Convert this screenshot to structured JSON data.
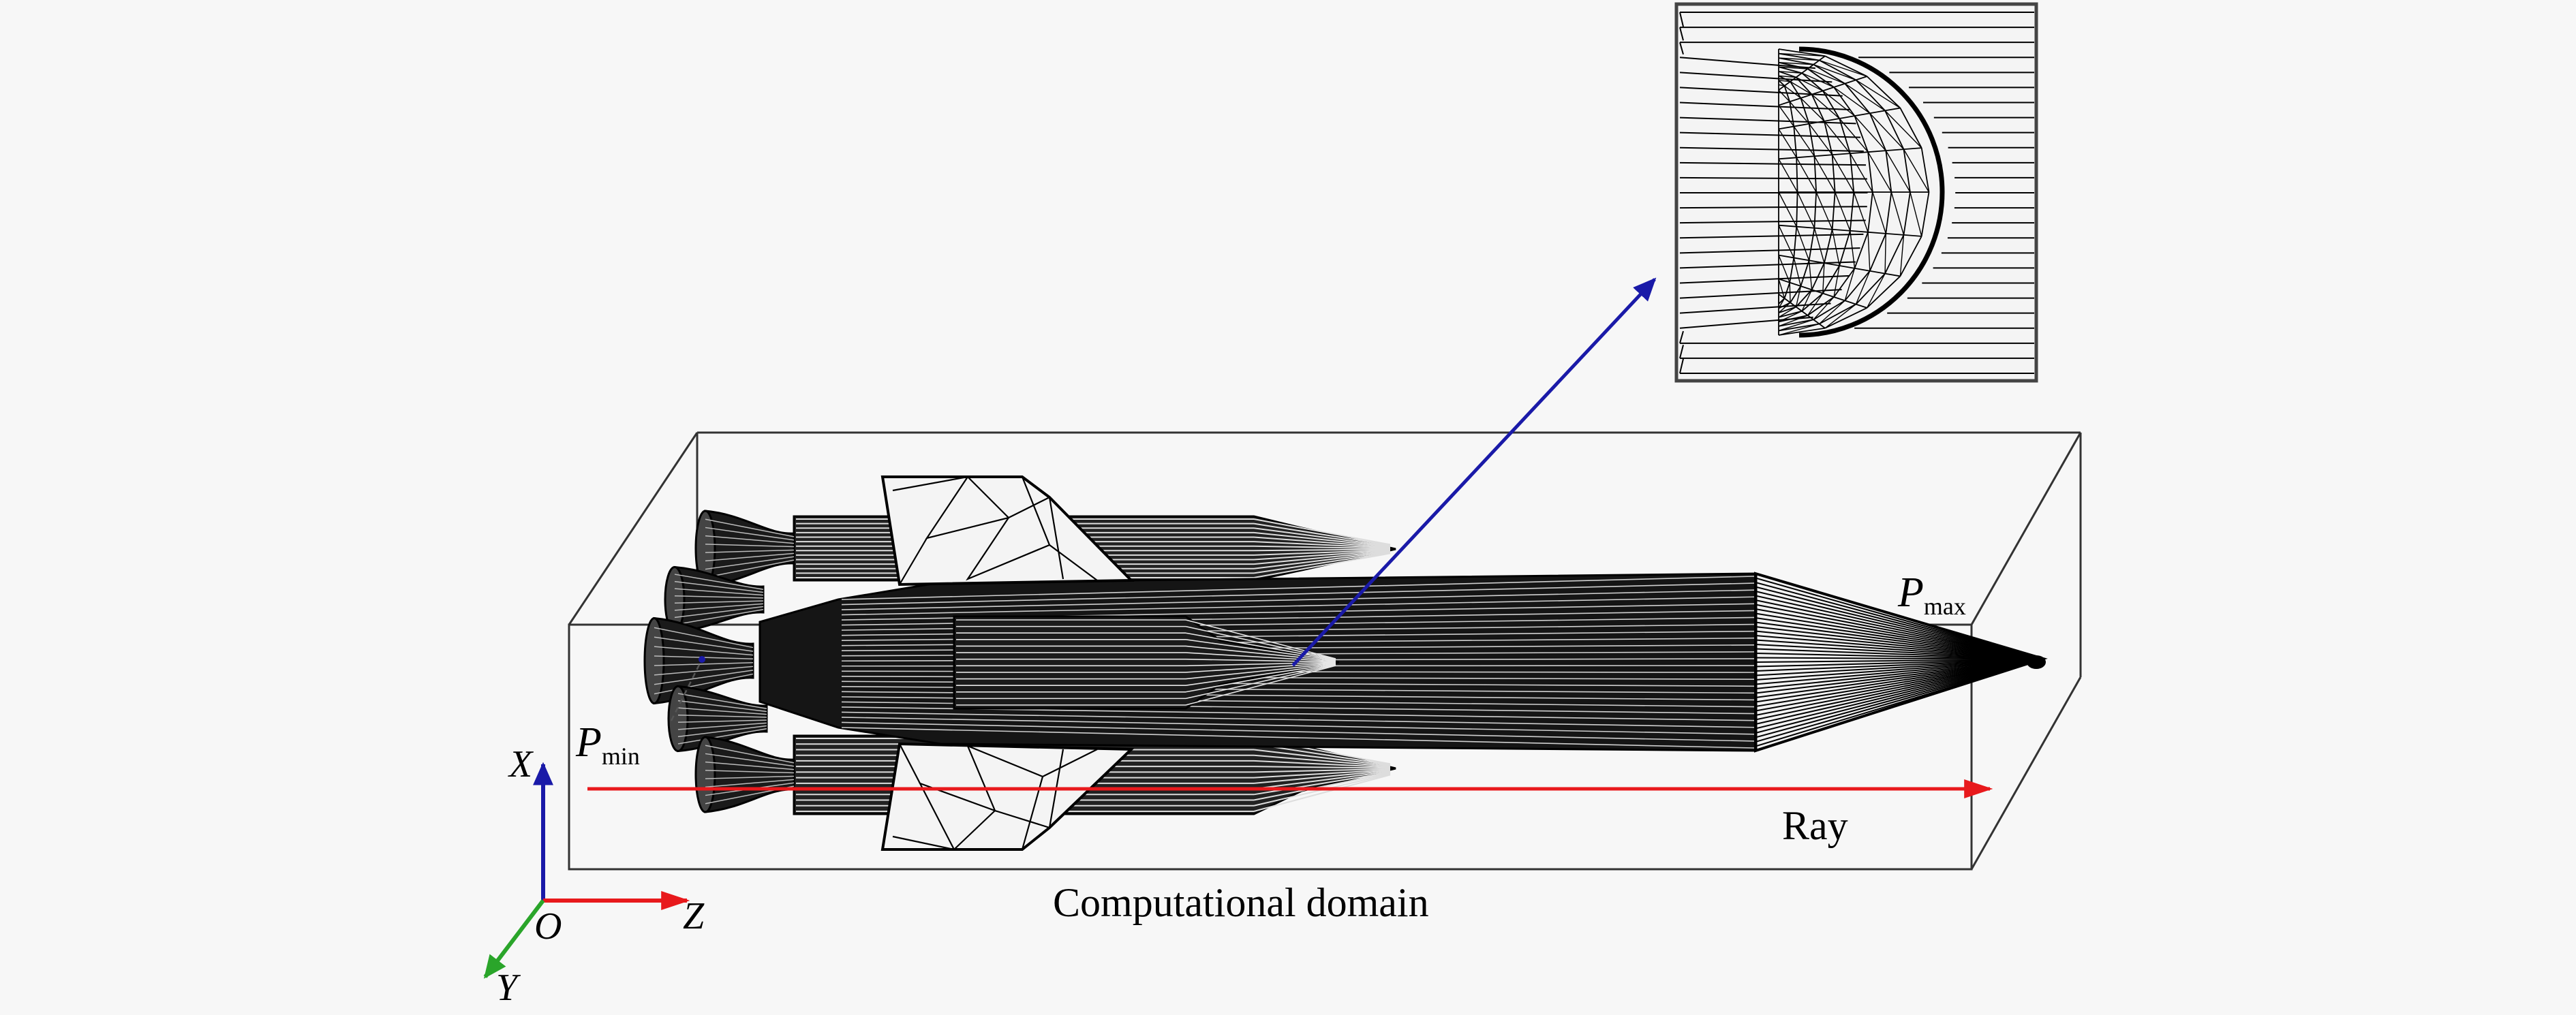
{
  "labels": {
    "p_min": {
      "base": "P",
      "sub": "min"
    },
    "p_max": {
      "base": "P",
      "sub": "max"
    },
    "ray": "Ray",
    "domain": "Computational domain",
    "axis_x": "X",
    "axis_y": "Y",
    "axis_z": "Z",
    "origin": "O"
  },
  "colors": {
    "background": "#f7f7f7",
    "ray": "#e8191c",
    "axis_x": "#1a1aa8",
    "axis_z": "#e8191c",
    "axis_y": "#2aa52a",
    "inset_pointer": "#1a1aa8",
    "wireframe": "#000000"
  },
  "icons": {
    "vehicle": "rocket-wireframe-mesh",
    "inset": "nose-cap-mesh-detail"
  }
}
